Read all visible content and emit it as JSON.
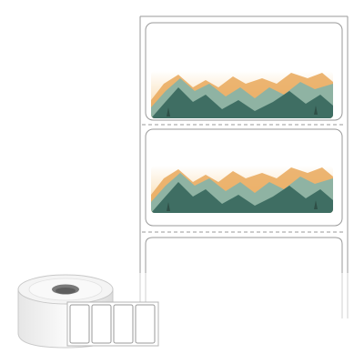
{
  "product": {
    "type": "label-roll-illustration",
    "label_count_visible": 3,
    "label_artwork": "mountain-landscape",
    "roll_thumbnail_label_count": 4
  },
  "colors": {
    "background": "#ffffff",
    "outline": "#9a9a9a",
    "perforation": "#9a9a9a",
    "sky_warm": "#f2c98a",
    "sky_light": "#fbe7c8",
    "mountain_orange": "#e9a85a",
    "mountain_green_dark": "#3f6e63",
    "mountain_green_light": "#8fb3a3",
    "roll_shadow": "#d8d8d8",
    "roll_face": "#f4f4f4",
    "roll_core": "#7a7a7a"
  }
}
